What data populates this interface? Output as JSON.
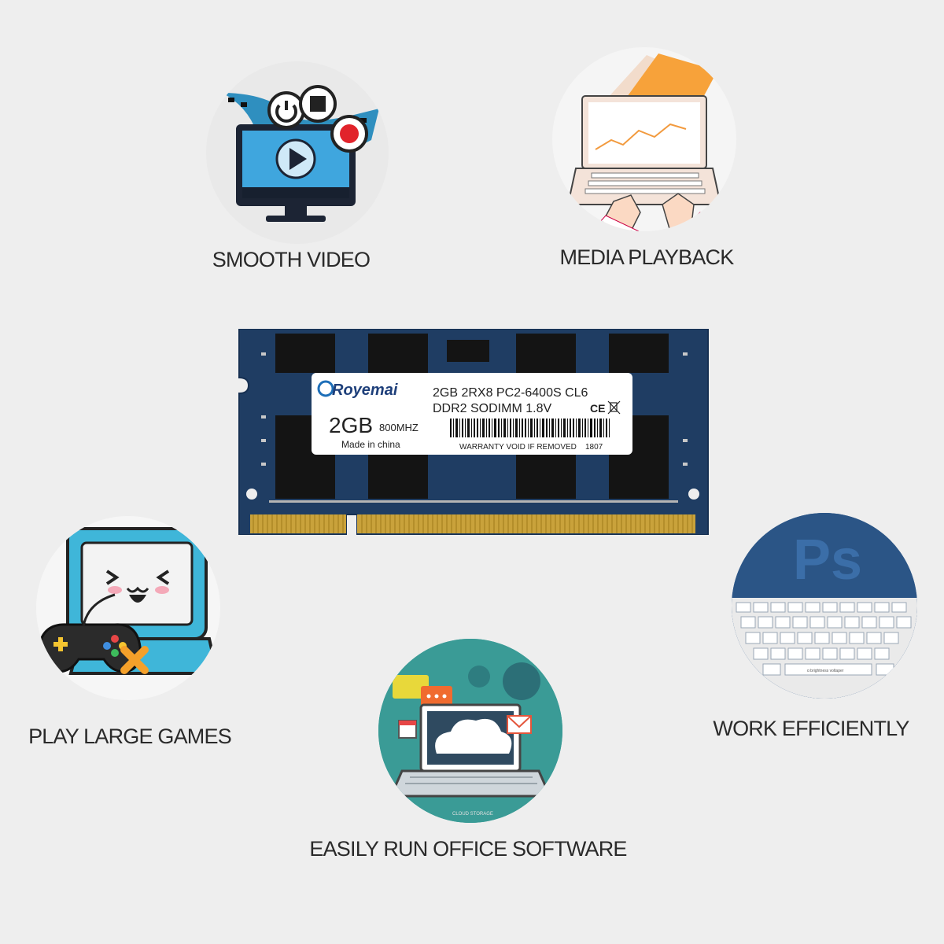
{
  "features": [
    {
      "caption": "SMOOTH VIDEO",
      "icon": "video-monitor-icon"
    },
    {
      "caption": "MEDIA PLAYBACK",
      "icon": "laptop-typing-icon"
    },
    {
      "caption": "PLAY LARGE GAMES",
      "icon": "game-console-icon"
    },
    {
      "caption": "WORK EFFICIENTLY",
      "icon": "photoshop-keyboard-icon"
    },
    {
      "caption": "EASILY RUN OFFICE SOFTWARE",
      "icon": "cloud-laptop-icon"
    }
  ],
  "ram": {
    "brand": "Royemai",
    "capacity": "2GB",
    "speed": "800MHZ",
    "origin": "Made in china",
    "spec_line1": "2GB 2RX8 PC2-6400S CL6",
    "spec_line2": "DDR2 SODIMM 1.8V",
    "cert": "CE",
    "warranty": "WARRANTY VOID IF REMOVED",
    "batch": "1807",
    "pcb_color": "#1f3d63"
  },
  "icon_texts": {
    "ps_logo": "Ps",
    "cloud_storage": "CLOUD STORAGE",
    "ps_space": "ɑ brightness voltaper"
  }
}
